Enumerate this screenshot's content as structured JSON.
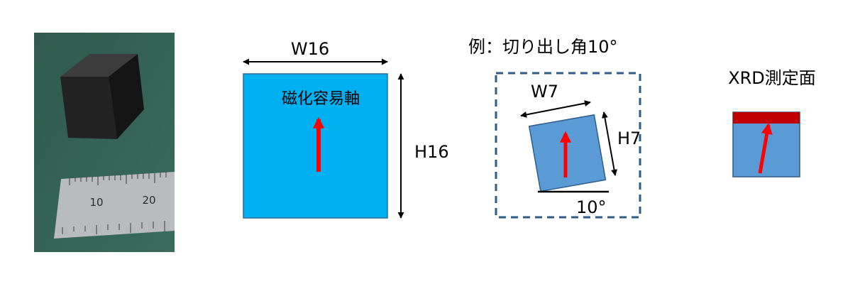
{
  "colors": {
    "square_blue": "#00b0f0",
    "rotated_blue": "#5b9bd5",
    "arrow_red": "#ff0000",
    "band_dark_red": "#c00000",
    "dashed_frame": "#2e5d8a",
    "line_black": "#000000"
  },
  "photo": {
    "ruler_label_10": "10",
    "ruler_label_20": "20"
  },
  "panel_full": {
    "width_label": "W16",
    "height_label": "H16",
    "axis_label": "磁化容易軸"
  },
  "panel_cut": {
    "title": "例：切り出し角10°",
    "width_label": "W7",
    "height_label": "H7",
    "angle_label": "10°",
    "rotation_deg": 10
  },
  "panel_xrd": {
    "title": "XRD測定面"
  }
}
